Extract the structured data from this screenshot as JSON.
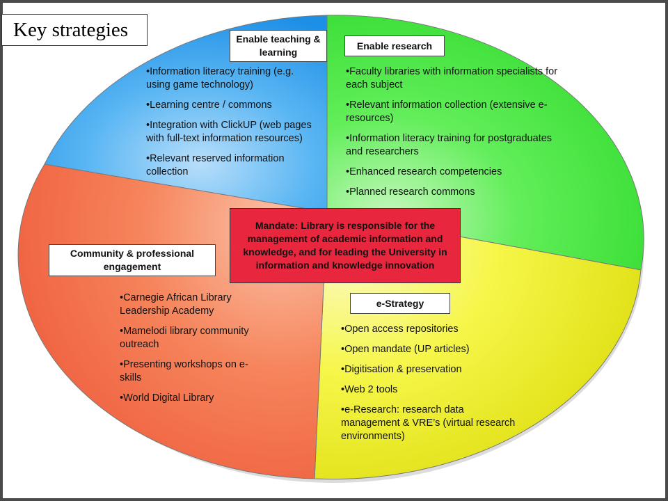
{
  "title": "Key strategies",
  "colors": {
    "teaching": "#2e9ff0",
    "research": "#3ee63b",
    "estrategy": "#f2f21e",
    "community": "#f46e4a",
    "mandate": "#e8263d"
  },
  "quadrants": {
    "teaching": {
      "heading": "Enable teaching & learning",
      "items": [
        "•Information literacy training (e.g. using game technology)",
        "•Learning centre / commons",
        "•Integration with ClickUP (web pages with full-text information resources)",
        "•Relevant reserved information collection"
      ]
    },
    "research": {
      "heading": "Enable research",
      "items": [
        "•Faculty libraries with information specialists for each subject",
        "•Relevant information collection (extensive e-resources)",
        "•Information literacy training for postgraduates and researchers",
        "•Enhanced research competencies",
        "•Planned research commons"
      ]
    },
    "community": {
      "heading": "Community & professional engagement",
      "items": [
        "•Carnegie African Library Leadership Academy",
        "•Mamelodi library community outreach",
        "•Presenting workshops on e-skills",
        "•World Digital Library"
      ]
    },
    "estrategy": {
      "heading": "e-Strategy",
      "items": [
        "•Open access repositories",
        "•Open mandate (UP articles)",
        "•Digitisation & preservation",
        "•Web 2 tools",
        "•e-Research: research data management & VRE’s (virtual research environments)"
      ]
    }
  },
  "mandate": "Mandate: Library is responsible for the management of academic information and knowledge, and for leading the University in information and knowledge innovation"
}
